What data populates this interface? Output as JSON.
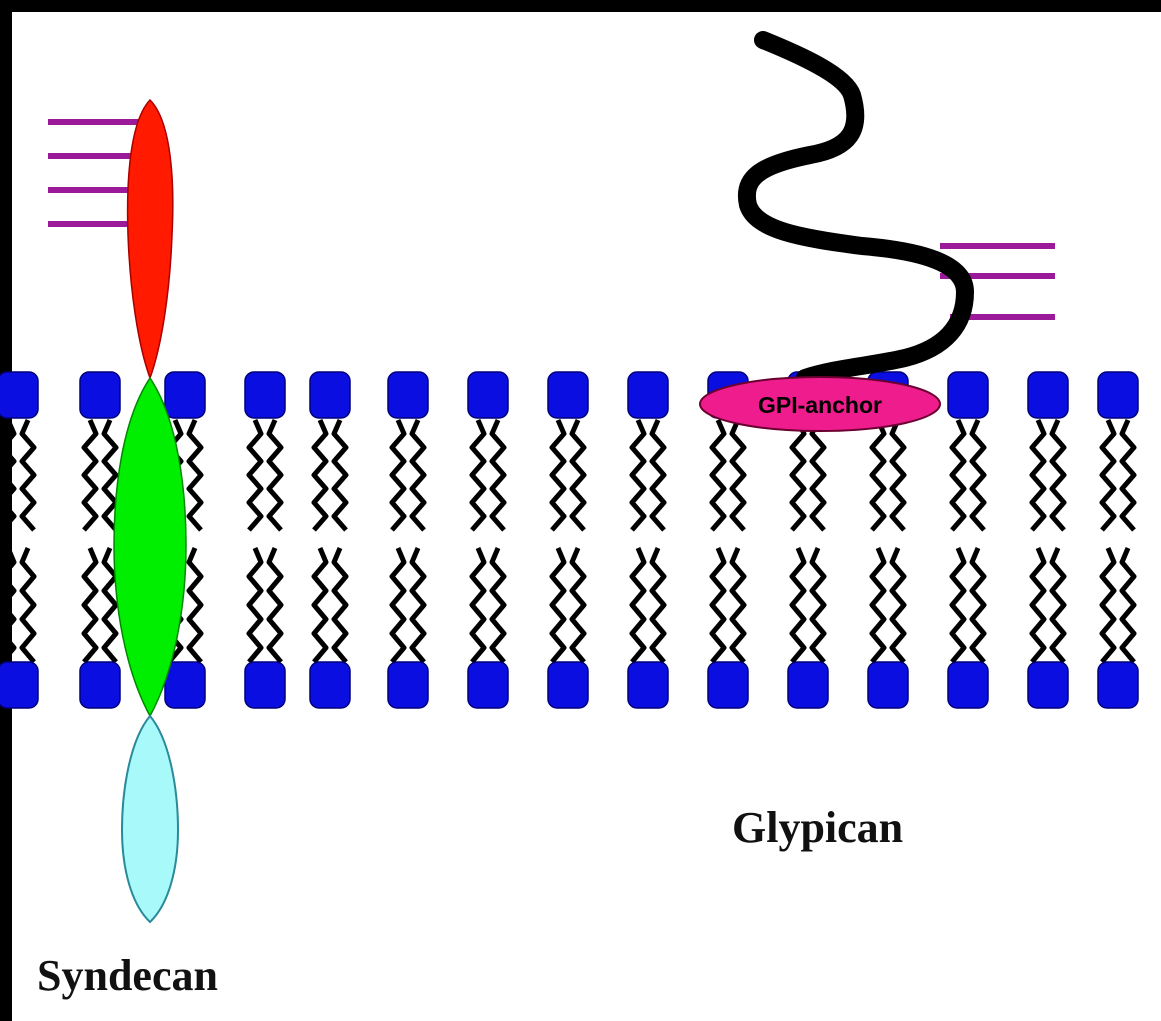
{
  "labels": {
    "gpi_anchor": "GPI-anchor",
    "glypican": "Glypican",
    "syndecan": "Syndecan"
  },
  "colors": {
    "frame": "#000000",
    "background": "#ffffff",
    "lipid_head": "#0a0ee0",
    "lipid_tail": "#000000",
    "syndecan_extracellular": "#ff1a00",
    "syndecan_transmembrane": "#00ee00",
    "syndecan_cytoplasmic": "#a8fafa",
    "gag_chain": "#9a1a9a",
    "gpi_anchor": "#ee1c8c",
    "glypican_core": "#000000"
  },
  "icons": {
    "syndecan_gag_chains": "purple-horizontal-lines",
    "glypican_gag_chains": "purple-horizontal-lines",
    "lipid": "blue-square-head-with-wavy-tails"
  }
}
